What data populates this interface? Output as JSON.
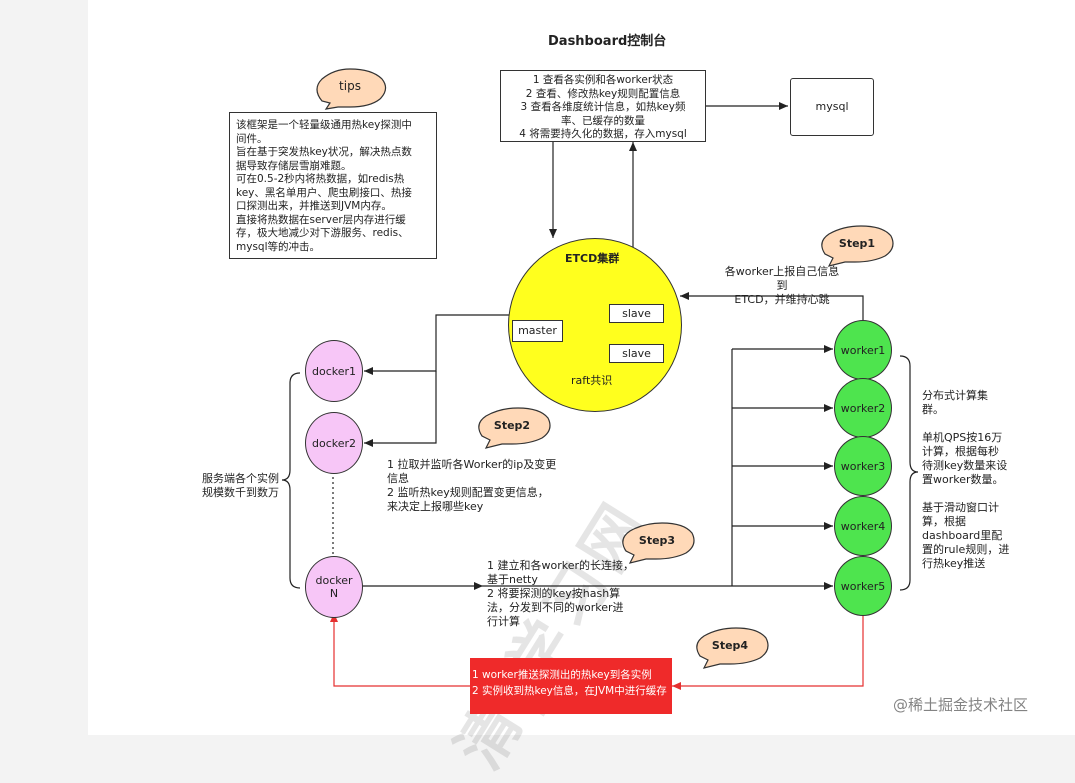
{
  "title": "Dashboard控制台",
  "dashboard": {
    "lines": [
      "1 查看各实例和各worker状态",
      "2 查看、修改热key规则配置信息",
      "3 查看各维度统计信息，如热key频",
      "率、已缓存的数量",
      "4 将需要持久化的数据，存入mysql"
    ]
  },
  "mysql": {
    "label": "mysql"
  },
  "tips": {
    "bubble_label": "tips",
    "lines": [
      "该框架是一个轻量级通用热key探测中",
      "间件。",
      "旨在基于突发热key状况，解决热点数",
      "据导致存储层雪崩难题。",
      "可在0.5-2秒内将热数据，如redis热",
      "key、黑名单用户、爬虫刷接口、热接",
      "口探测出来，并推送到JVM内存。",
      "直接将热数据在server层内存进行缓",
      "存，极大地减少对下游服务、redis、",
      "mysql等的冲击。"
    ]
  },
  "etcd": {
    "title": "ETCD集群",
    "master": "master",
    "slave1": "slave",
    "slave2": "slave",
    "footer": "raft共识"
  },
  "steps": {
    "step1": {
      "label": "Step1",
      "lines": [
        "各worker上报自己信息到",
        "ETCD，并维持心跳"
      ]
    },
    "step2": {
      "label": "Step2",
      "lines": [
        "1  拉取并监听各Worker的ip及变更",
        "信息",
        "2 监听热key规则配置变更信息，",
        "来决定上报哪些key"
      ]
    },
    "step3": {
      "label": "Step3",
      "lines": [
        "1 建立和各worker的长连接，",
        "基于netty",
        "2 将要探测的key按hash算",
        "法，分发到不同的worker进",
        "行计算"
      ]
    },
    "step4": {
      "label": "Step4",
      "lines": [
        "1 worker推送探测出的热key到各实例",
        "2 实例收到热key信息，在JVM中进行缓存"
      ]
    }
  },
  "dockers": {
    "d1": "docker1",
    "d2": "docker2",
    "dn_line1": "docker",
    "dn_line2": "N"
  },
  "server_note": {
    "lines": [
      "服务端各个实例",
      "规模数千到数万"
    ]
  },
  "workers": [
    "worker1",
    "worker2",
    "worker3",
    "worker4",
    "worker5"
  ],
  "worker_note": {
    "lines": [
      "分布式计算集",
      "群。",
      "",
      "单机QPS按16万",
      "计算，根据每秒",
      "待测key数量来设",
      "置worker数量。",
      "",
      "基于滑动窗口计",
      "算，根据",
      "dashboard里配",
      "置的rule规则，进",
      "行热key推送"
    ]
  },
  "watermark_text": "@稀土掘金技术社区",
  "watermark_big": "清|学习网",
  "colors": {
    "pink": "#f7c6f7",
    "green": "#4ee44e",
    "yellow": "#ffff1e",
    "step_bubble": "#ffd9b8",
    "red": "#ef2a2a"
  }
}
